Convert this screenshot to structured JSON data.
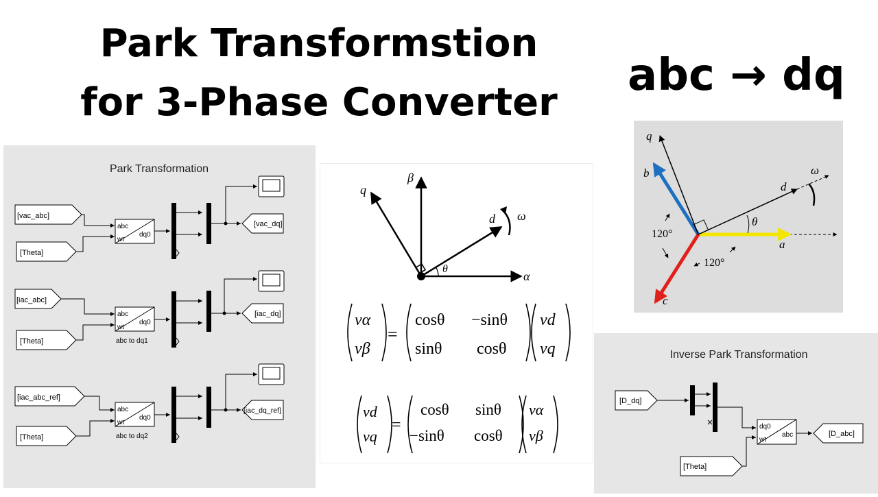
{
  "title_line1": "Park Transformstion",
  "title_line2": "for 3-Phase Converter",
  "subtitle": "abc → dq",
  "park": {
    "heading": "Park Transformation",
    "blocks": [
      {
        "input": "[vac_abc]",
        "theta": "[Theta]",
        "caption": "",
        "output": "[vac_dq]"
      },
      {
        "input": "[iac_abc]",
        "theta": "[Theta]",
        "caption": "abc to dq1",
        "output": "[iac_dq]"
      },
      {
        "input": "[iac_abc_ref]",
        "theta": "[Theta]",
        "caption": "abc to dq2",
        "output": "[iac_dq_ref]"
      }
    ],
    "port_abc": "abc",
    "port_wt": "wt",
    "port_dq0": "dq0"
  },
  "equations": {
    "axis_q": "q",
    "axis_beta": "β",
    "axis_d": "d",
    "axis_omega": "ω",
    "axis_theta": "θ",
    "axis_alpha": "α",
    "eq1": {
      "lhs": [
        "vα",
        "vβ"
      ],
      "matrix": [
        [
          "cosθ",
          "−sinθ"
        ],
        [
          "sinθ",
          "cosθ"
        ]
      ],
      "rhs": [
        "vd",
        "vq"
      ]
    },
    "eq2": {
      "lhs": [
        "vd",
        "vq"
      ],
      "matrix": [
        [
          "cosθ",
          "sinθ"
        ],
        [
          "−sinθ",
          "cosθ"
        ]
      ],
      "rhs": [
        "vα",
        "vβ"
      ]
    }
  },
  "phasor": {
    "q": "q",
    "b": "b",
    "d": "d",
    "omega": "ω",
    "theta": "θ",
    "a": "a",
    "c": "c",
    "angle_left": "120°",
    "angle_bottom": "120°",
    "colors": {
      "a": "#f2e600",
      "b": "#1f6fc0",
      "c": "#e0201a"
    }
  },
  "inverse": {
    "heading": "Inverse Park Transformation",
    "input": "[D_dq]",
    "theta": "[Theta]",
    "output": "[D_abc]",
    "port_dq0": "dq0",
    "port_wt": "wt",
    "port_abc": "abc"
  }
}
